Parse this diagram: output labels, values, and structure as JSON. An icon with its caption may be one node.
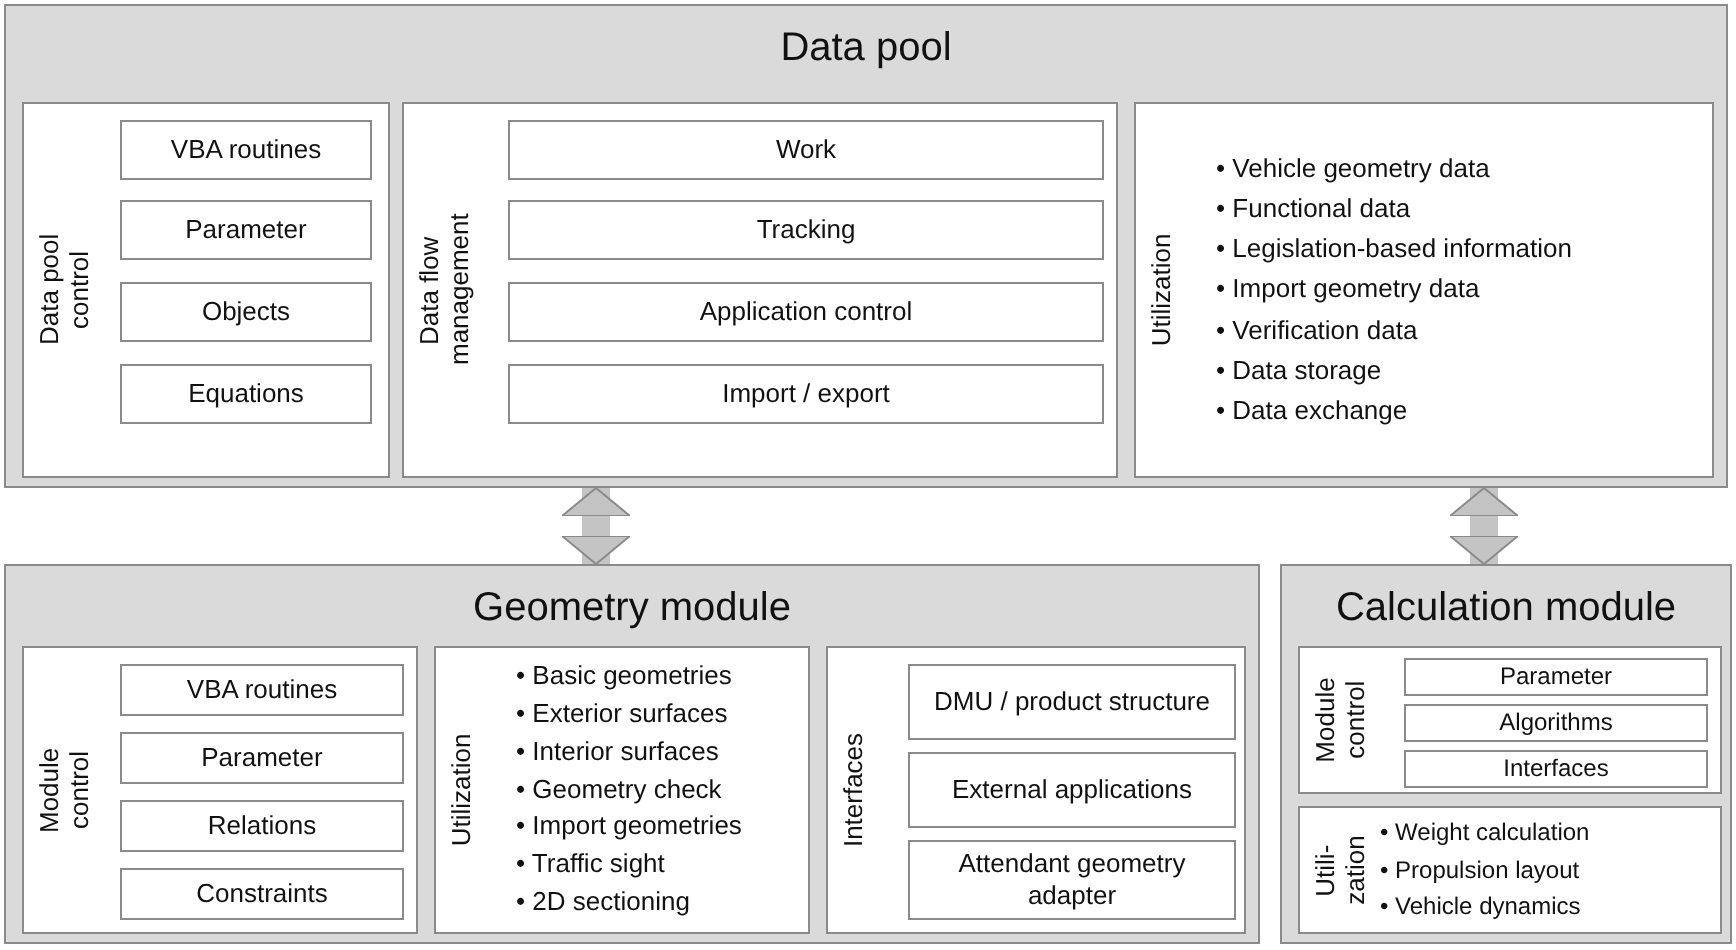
{
  "diagram": {
    "nodes": [
      {
        "text": [
          "Data pool"
        ]
      },
      {
        "text": [
          "Data pool control"
        ],
        "in": 0
      },
      {
        "text": [
          "VBA routines"
        ],
        "in": 1
      },
      {
        "text": [
          "Parameter"
        ],
        "in": 1
      },
      {
        "text": [
          "Objects"
        ],
        "in": 1
      },
      {
        "text": [
          "Equations"
        ],
        "in": 1
      },
      {
        "text": [
          "Data flow management"
        ],
        "in": 0
      },
      {
        "text": [
          "Work"
        ],
        "in": 6
      },
      {
        "text": [
          "Tracking"
        ],
        "in": 6
      },
      {
        "text": [
          "Application control"
        ],
        "in": 6
      },
      {
        "text": [
          "Import / export"
        ],
        "in": 6
      },
      {
        "text": [
          "Utilization",
          "• Vehicle geometry data",
          "• Functional data",
          "• Legislation-based information",
          "• Import geometry data",
          "• Verification data",
          "• Data storage",
          "• Data exchange"
        ],
        "in": 0
      },
      {
        "text": [
          "Geometry module"
        ]
      },
      {
        "text": [
          "Module control"
        ],
        "in": 12
      },
      {
        "text": [
          "VBA routines"
        ],
        "in": 13
      },
      {
        "text": [
          "Parameter"
        ],
        "in": 13
      },
      {
        "text": [
          "Relations"
        ],
        "in": 13
      },
      {
        "text": [
          "Constraints"
        ],
        "in": 13
      },
      {
        "text": [
          "Utilization",
          "• Basic geometries",
          "• Exterior surfaces",
          "• Interior surfaces",
          "• Geometry check",
          "• Import geometries",
          "• Traffic sight",
          "• 2D sectioning"
        ],
        "in": 12
      },
      {
        "text": [
          "Interfaces"
        ],
        "in": 12
      },
      {
        "text": [
          "DMU / product structure"
        ],
        "in": 19
      },
      {
        "text": [
          "External applications"
        ],
        "in": 19
      },
      {
        "text": [
          "Attendant geometry adapter"
        ],
        "in": 19
      },
      {
        "text": [
          "Calculation module"
        ]
      },
      {
        "text": [
          "Module control"
        ],
        "in": 23
      },
      {
        "text": [
          "Parameter"
        ],
        "in": 24
      },
      {
        "text": [
          "Algorithms"
        ],
        "in": 24
      },
      {
        "text": [
          "Interfaces"
        ],
        "in": 24
      },
      {
        "text": [
          "Utili-zation",
          "• Weight calculation",
          "• Propulsion layout",
          "• Vehicle dynamics"
        ],
        "in": 23
      }
    ],
    "edges": [
      {
        "from": 0,
        "to": 12,
        "arrow": "both"
      },
      {
        "from": 0,
        "to": 23,
        "arrow": "both"
      }
    ]
  }
}
